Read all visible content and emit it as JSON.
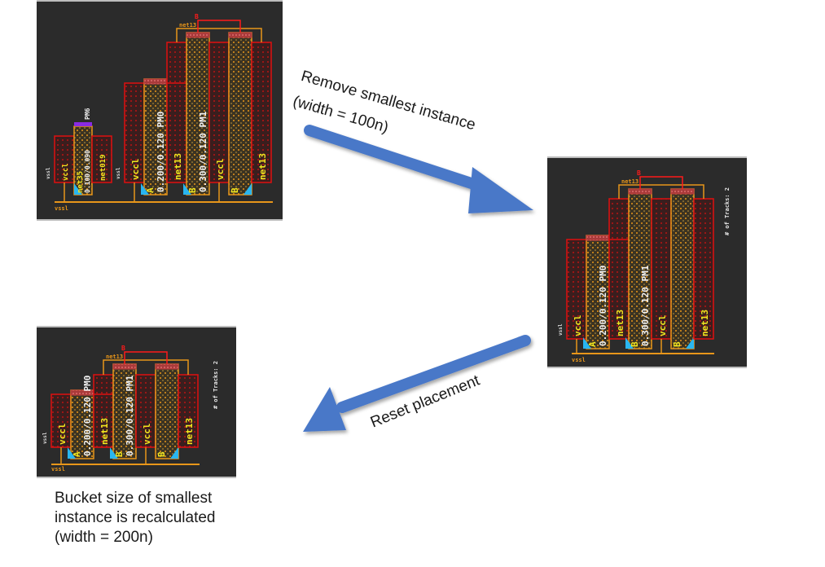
{
  "colors": {
    "background": "#2b2b2b",
    "diffusion_red": "#e01010",
    "poly_orange": "#e8961a",
    "label_yellow": "#f0e61e",
    "label_white": "#f2f2f2",
    "contact_cyan": "#29b6f0",
    "arrow_blue": "#4a78c8",
    "gate_net_red": "#ff1a1a",
    "pm6_purple": "#8a2be2"
  },
  "panels": {
    "before": {
      "title": "Initial placement",
      "rail_label": "vssl",
      "side_label": "",
      "gate_net": "B",
      "bridge_net": "net13",
      "instances": [
        {
          "name": "PM6",
          "size": "0.100/0.090",
          "source": "vccl",
          "drain": "net019",
          "gate": "net35",
          "small": true
        },
        {
          "name": "PM0",
          "size": "0.200/0.120",
          "source": "vccl",
          "drain": "net13",
          "gate": "A"
        },
        {
          "name": "PM1",
          "size": "0.300/0.120",
          "source": "vccl",
          "drain": "net13",
          "gate": "B"
        }
      ]
    },
    "removed": {
      "title": "After removing smallest instance",
      "rail_label": "vssl",
      "side_label": "# of Tracks: 2",
      "gate_net": "B",
      "bridge_net": "net13",
      "instances": [
        {
          "name": "PM0",
          "size": "0.200/0.120",
          "source": "vccl",
          "drain": "net13",
          "gate": "A"
        },
        {
          "name": "PM1",
          "size": "0.300/0.120",
          "source": "vccl",
          "drain": "net13",
          "gate": "B"
        }
      ]
    },
    "reset": {
      "title": "After reset placement",
      "rail_label": "vssl",
      "side_label": "# of Tracks: 2",
      "gate_net": "B",
      "bridge_net": "net13",
      "instances": [
        {
          "name": "PM0",
          "size": "0.200/0.120",
          "source": "vccl",
          "drain": "net13",
          "gate": "A"
        },
        {
          "name": "PM1",
          "size": "0.300/0.120",
          "source": "vccl",
          "drain": "net13",
          "gate": "B"
        }
      ]
    }
  },
  "arrows": {
    "remove": {
      "line1": "Remove smallest instance",
      "line2": "(width = 100n)"
    },
    "reset": {
      "label": "Reset placement"
    }
  },
  "caption": {
    "line1": "Bucket size of smallest",
    "line2": "instance is recalculated",
    "line3": "(width = 200n)"
  }
}
